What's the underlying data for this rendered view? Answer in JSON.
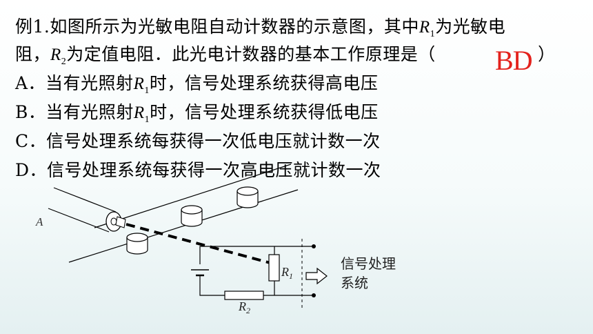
{
  "question": {
    "line1_prefix": "例1.如图所示为光敏电阻自动计数器的示意图，其中",
    "r1_symbol": "R",
    "r1_sub": "1",
    "line1_suffix": "为光敏电",
    "line2_prefix": "阻，",
    "r2_symbol": "R",
    "r2_sub": "2",
    "line2_suffix": "为定值电阻．此光电计数器的基本工作原理是（",
    "line2_close": "）",
    "answer": "BD",
    "answer_color": "#e3211c"
  },
  "options": [
    {
      "prefix": "A．当有光照射",
      "sym": "R",
      "sub": "1",
      "suffix": "时，信号处理系统获得高电压"
    },
    {
      "prefix": "B．当有光照射",
      "sym": "R",
      "sub": "1",
      "suffix": "时，信号处理系统获得低电压"
    },
    {
      "text": "C．信号处理系统每获得一次低电压就计数一次"
    },
    {
      "text": "D．信号处理系统每获得一次高电压就计数一次"
    }
  ],
  "diagram": {
    "source_label": "A",
    "r1_label": "R",
    "r1_label_sub": "1",
    "r2_label": "R",
    "r2_label_sub": "2",
    "system_label_line1": "信号处理",
    "system_label_line2": "系统"
  }
}
